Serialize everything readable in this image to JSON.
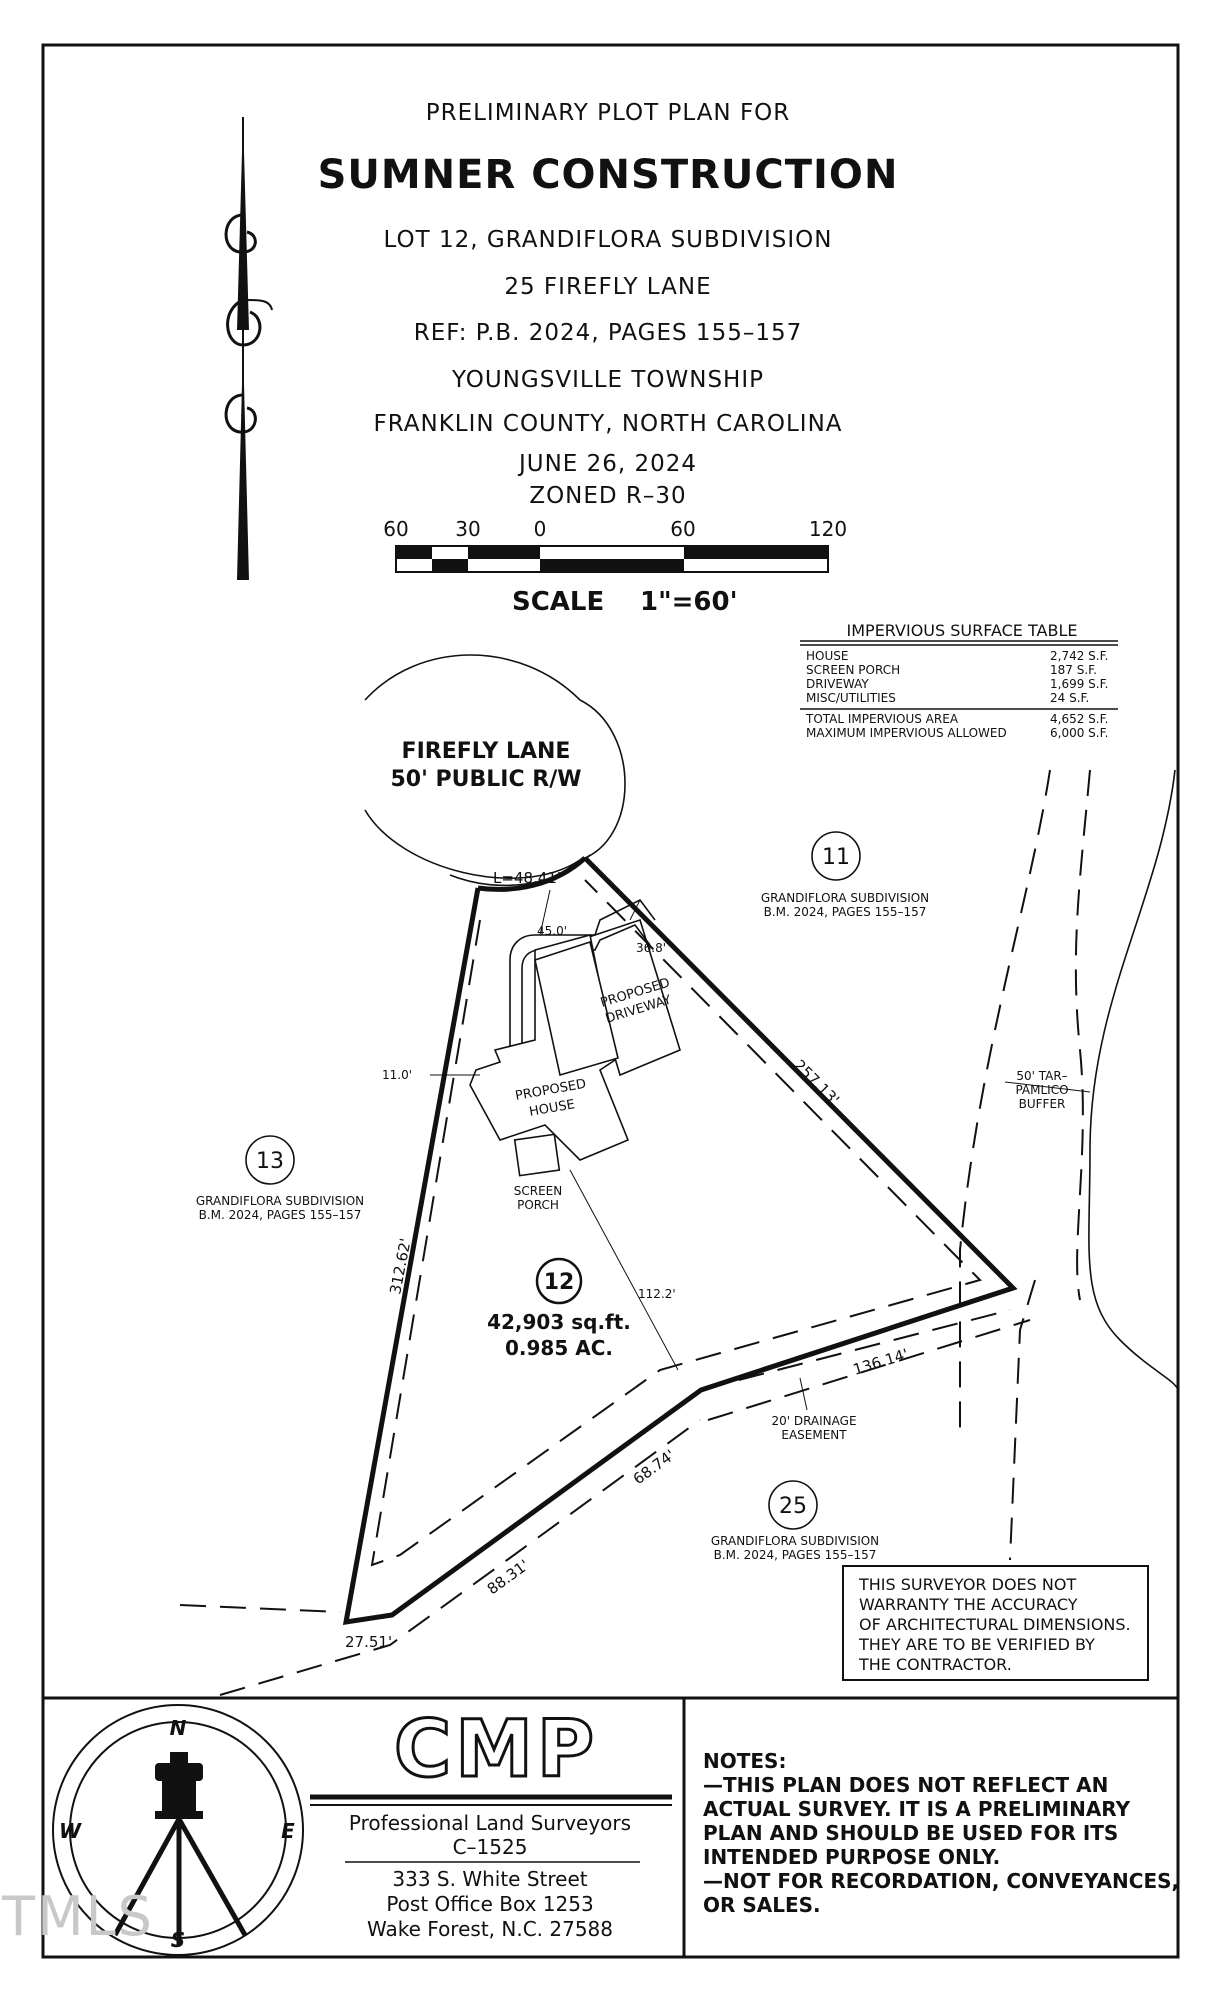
{
  "title": {
    "line1": "PRELIMINARY PLOT PLAN FOR",
    "client": "SUMNER CONSTRUCTION",
    "lot": "LOT 12, GRANDIFLORA SUBDIVISION",
    "address": "25 FIREFLY LANE",
    "ref": "REF: P.B. 2024, PAGES 155–157",
    "township": "YOUNGSVILLE TOWNSHIP",
    "county": "FRANKLIN COUNTY, NORTH CAROLINA",
    "date": "JUNE 26, 2024",
    "zoning": "ZONED R–30"
  },
  "scale": {
    "ticks": [
      "60",
      "30",
      "0",
      "60",
      "120"
    ],
    "label": "SCALE",
    "ratio": "1\"=60'"
  },
  "impervious_table": {
    "title": "IMPERVIOUS SURFACE TABLE",
    "rows": [
      {
        "item": "HOUSE",
        "value": "2,742 S.F."
      },
      {
        "item": "SCREEN PORCH",
        "value": "187 S.F."
      },
      {
        "item": "DRIVEWAY",
        "value": "1,699 S.F."
      },
      {
        "item": "MISC/UTILITIES",
        "value": "24 S.F."
      }
    ],
    "totals": [
      {
        "item": "TOTAL IMPERVIOUS AREA",
        "value": "4,652 S.F."
      },
      {
        "item": "MAXIMUM IMPERVIOUS ALLOWED",
        "value": "6,000 S.F."
      }
    ]
  },
  "plan": {
    "street_name": "FIREFLY LANE",
    "street_row": "50' PUBLIC R/W",
    "arc_length": "L=48.41'",
    "lot11_number": "11",
    "lot11_sub": "GRANDIFLORA SUBDIVISION",
    "lot11_ref": "B.M. 2024, PAGES 155–157",
    "lot13_number": "13",
    "lot13_sub": "GRANDIFLORA SUBDIVISION",
    "lot13_ref": "B.M. 2024, PAGES 155–157",
    "lot25_number": "25",
    "lot25_sub": "GRANDIFLORA SUBDIVISION",
    "lot25_ref": "B.M. 2024, PAGES 155–157",
    "lot12_number": "12",
    "lot12_area_sqft": "42,903 sq.ft.",
    "lot12_area_ac": "0.985 AC.",
    "dim_front_setback": "45.0'",
    "dim_drive_offset": "36.8'",
    "dim_side_setback": "11.0'",
    "dim_rear_setback": "112.2'",
    "line_east": "257.13'",
    "line_west": "312.62'",
    "line_se": "136.14'",
    "line_s1": "68.74'",
    "line_s2": "88.31'",
    "line_sw": "27.51'",
    "proposed_driveway_1": "PROPOSED",
    "proposed_driveway_2": "DRIVEWAY",
    "proposed_house_1": "PROPOSED",
    "proposed_house_2": "HOUSE",
    "screen_porch_1": "SCREEN",
    "screen_porch_2": "PORCH",
    "buffer_1": "50' TAR–",
    "buffer_2": "PAMLICO",
    "buffer_3": "BUFFER",
    "drainage_1": "20' DRAINAGE",
    "drainage_2": "EASEMENT"
  },
  "disclaimer": [
    "THIS SURVEYOR DOES NOT",
    "WARRANTY THE ACCURACY",
    "OF ARCHITECTURAL DIMENSIONS.",
    "THEY ARE TO BE VERIFIED BY",
    "THE CONTRACTOR."
  ],
  "surveyor": {
    "logo": "CMP",
    "tagline": "Professional Land Surveyors",
    "license": "C–1525",
    "address1": "333 S. White Street",
    "address2": "Post Office Box 1253",
    "address3": "Wake Forest, N.C. 27588"
  },
  "compass": {
    "n": "N",
    "s": "S",
    "e": "E",
    "w": "W"
  },
  "notes": {
    "title": "NOTES:",
    "lines": [
      "—THIS PLAN DOES NOT REFLECT AN",
      "ACTUAL SURVEY. IT IS A PRELIMINARY",
      "PLAN AND SHOULD BE USED FOR ITS",
      "INTENDED PURPOSE ONLY.",
      "—NOT FOR RECORDATION, CONVEYANCES,",
      "OR SALES."
    ]
  },
  "watermark": "TMLS"
}
